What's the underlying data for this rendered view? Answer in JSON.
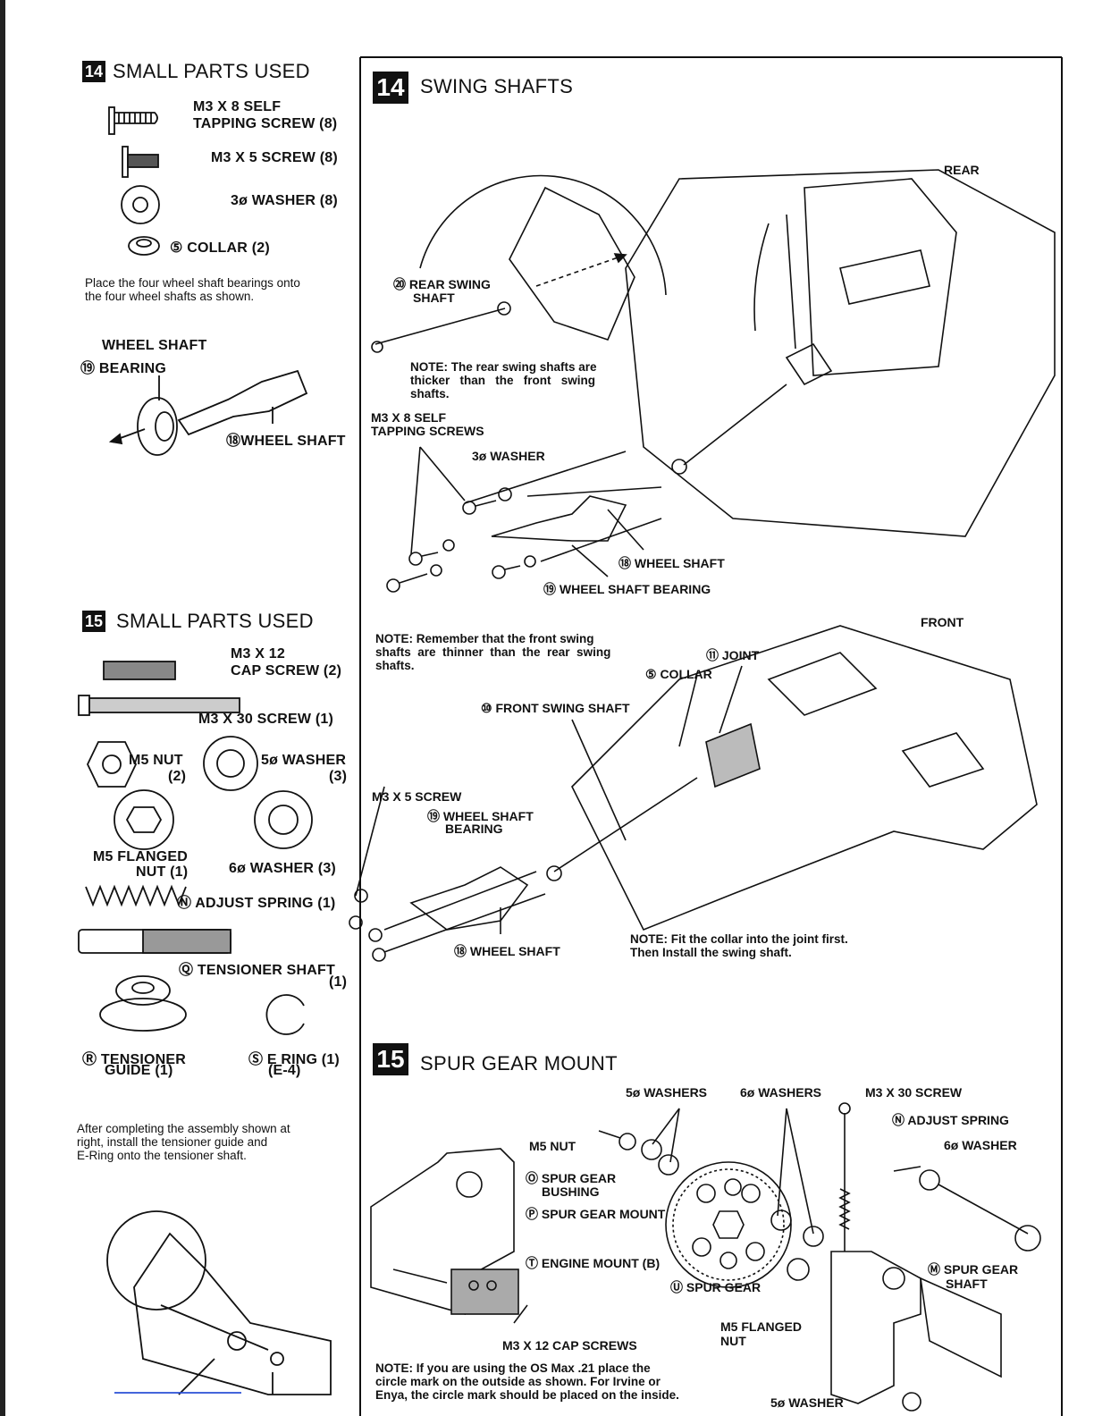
{
  "left": {
    "s14": {
      "badge": "14",
      "title": "SMALL PARTS USED",
      "parts": {
        "screw_self_tap_1": "M3 X 8 SELF",
        "screw_self_tap_2": "TAPPING SCREW (8)",
        "screw_m3x5": "M3 X 5 SCREW (8)",
        "washer3": "3ø WASHER (8)",
        "collar": "⑤ COLLAR (2)"
      },
      "instruction": "Place the four wheel shaft bearings onto\nthe four wheel shafts as shown.",
      "bearing_label_1": "WHEEL SHAFT",
      "bearing_label_2": "⑲ BEARING",
      "wheel_shaft_label": "⑱WHEEL SHAFT"
    },
    "s15": {
      "badge": "15",
      "title": "SMALL PARTS USED",
      "cap_screw_1": "M3 X 12",
      "cap_screw_2": "CAP SCREW (2)",
      "screw_m3x30": "M3 X 30 SCREW (1)",
      "m5nut_1": "M5 NUT",
      "m5nut_2": "(2)",
      "washer5_1": "5ø WASHER",
      "washer5_2": "(3)",
      "flanged_1": "M5 FLANGED",
      "flanged_2": "NUT (1)",
      "washer6": "6ø WASHER (3)",
      "adjust_spring": "Ⓝ ADJUST SPRING (1)",
      "tensioner_shaft_1": "Ⓠ TENSIONER SHAFT",
      "tensioner_shaft_2": "(1)",
      "tensioner_guide_1": "Ⓡ TENSIONER",
      "tensioner_guide_2": "GUIDE (1)",
      "ering_1": "Ⓢ E RING (1)",
      "ering_2": "(E-4)",
      "instruction": "After completing the assembly shown at\nright, install the tensioner guide and\nE-Ring onto the tensioner shaft."
    }
  },
  "right": {
    "swing": {
      "badge": "14",
      "title": "SWING SHAFTS",
      "rear": "REAR",
      "rear_swing_1": "⑳ REAR SWING",
      "rear_swing_2": "SHAFT",
      "note_rear": "NOTE: The rear swing shafts are\nthicker   than   the   front   swing\nshafts.",
      "self_tap_1": "M3 X 8 SELF",
      "self_tap_2": "TAPPING SCREWS",
      "washer3": "3ø WASHER",
      "wheel_shaft": "⑱ WHEEL SHAFT",
      "wheel_shaft_bearing": "⑲ WHEEL SHAFT BEARING",
      "front": "FRONT",
      "note_front": "NOTE: Remember that the front swing\nshafts  are  thinner  than  the  rear  swing\nshafts.",
      "joint": "⑪ JOINT",
      "collar": "⑤ COLLAR",
      "front_swing": "⑩ FRONT SWING SHAFT",
      "m3x5": "M3 X 5 SCREW",
      "wsb_1": "⑲ WHEEL SHAFT",
      "wsb_2": "BEARING",
      "wheel_shaft_front": "⑱ WHEEL SHAFT",
      "note_fit": "NOTE: Fit the collar into the joint first.\nThen Install the swing shaft."
    },
    "spur": {
      "badge": "15",
      "title": "SPUR GEAR MOUNT",
      "washers5": "5ø WASHERS",
      "washers6": "6ø WASHERS",
      "screw30": "M3 X 30 SCREW",
      "adjust_spring": "Ⓝ ADJUST SPRING",
      "washer6": "6ø WASHER",
      "m5nut": "M5 NUT",
      "bushing_1": "Ⓞ SPUR GEAR",
      "bushing_2": "BUSHING",
      "spur_mount": "Ⓟ SPUR GEAR MOUNT",
      "engine_mount": "Ⓣ ENGINE MOUNT (B)",
      "spur_gear": "Ⓤ SPUR GEAR",
      "spur_shaft_1": "Ⓜ SPUR GEAR",
      "spur_shaft_2": "SHAFT",
      "flanged_1": "M5 FLANGED",
      "flanged_2": "NUT",
      "cap_screws": "M3 X 12 CAP SCREWS",
      "note": "NOTE: If you are using the OS Max .21 place the\ncircle mark on the outside as shown. For Irvine or\nEnya, the circle mark should be placed on the inside.",
      "washer5_bottom": "5ø WASHER"
    }
  }
}
